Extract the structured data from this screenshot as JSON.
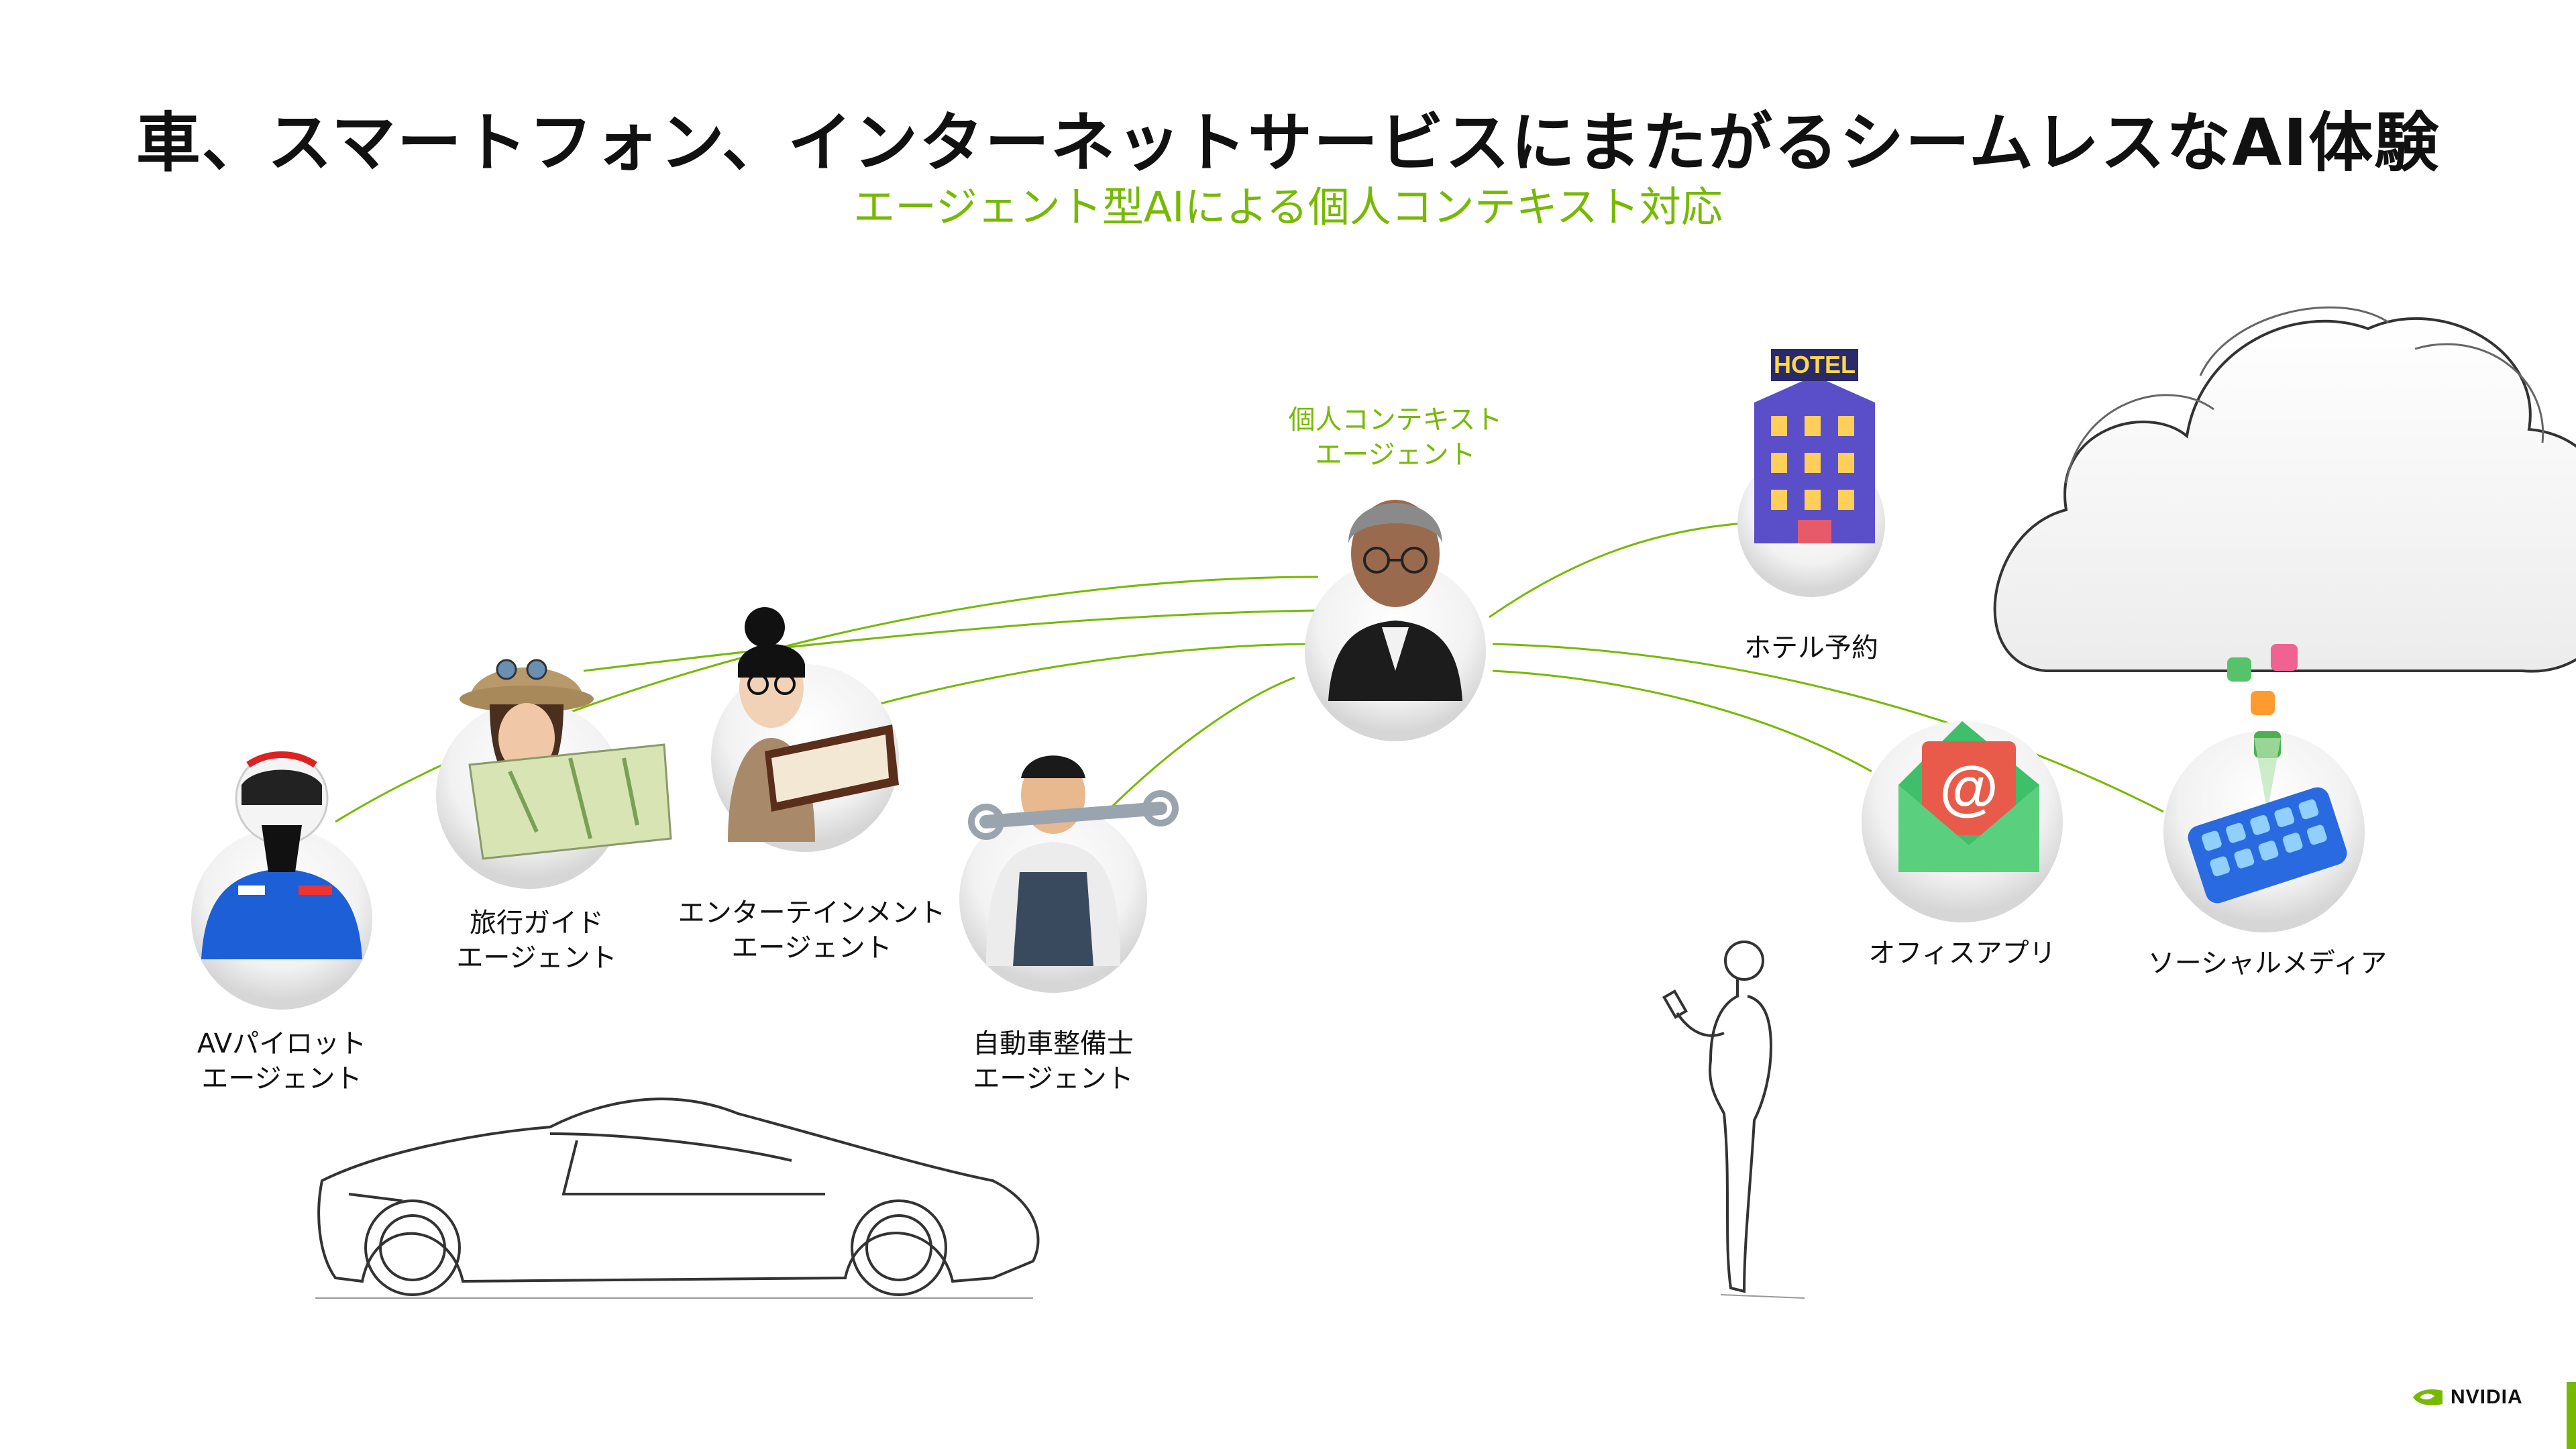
{
  "header": {
    "title": "車、スマートフォン、インターネットサービスにまたがるシームレスなAI体験",
    "subtitle": "エージェント型AIによる個人コンテキスト対応"
  },
  "center_agent": {
    "label_line1": "個人コンテキスト",
    "label_line2": "エージェント",
    "icon": "person-avatar-icon"
  },
  "left_agents": [
    {
      "id": "av-pilot",
      "line1": "AVパイロット",
      "line2": "エージェント",
      "icon": "racing-driver-icon"
    },
    {
      "id": "travel-guide",
      "line1": "旅行ガイド",
      "line2": "エージェント",
      "icon": "explorer-map-icon"
    },
    {
      "id": "entertainment",
      "line1": "エンターテインメント",
      "line2": "エージェント",
      "icon": "reader-book-icon"
    },
    {
      "id": "mechanic",
      "line1": "自動車整備士",
      "line2": "エージェント",
      "icon": "mechanic-wrench-icon"
    }
  ],
  "right_services": [
    {
      "id": "hotel",
      "label": "ホテル予約",
      "icon": "hotel-building-icon",
      "sign": "HOTEL"
    },
    {
      "id": "office",
      "label": "オフィスアプリ",
      "icon": "email-envelope-icon",
      "glyph": "@"
    },
    {
      "id": "social",
      "label": "ソーシャルメディア",
      "icon": "smartphone-apps-icon"
    }
  ],
  "brand": {
    "name": "NVIDIA",
    "accent": "#76b900"
  },
  "colors": {
    "accent": "#76b900",
    "text": "#111111"
  }
}
